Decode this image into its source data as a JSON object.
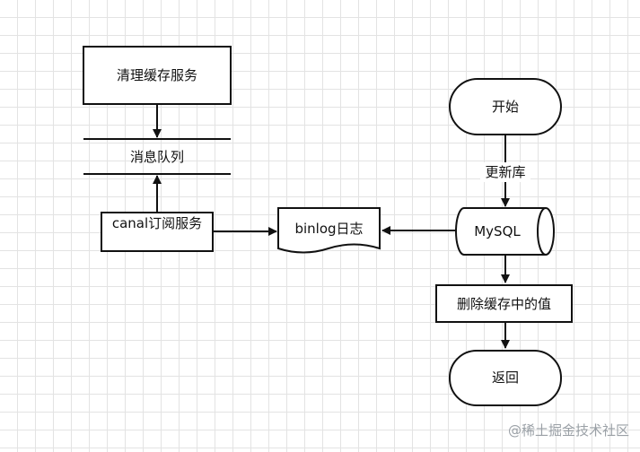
{
  "nodes": {
    "clean_service": "清理缓存服务",
    "message_queue": "消息队列",
    "canal_service": "canal订阅服务",
    "binlog": "binlog日志",
    "mysql": "MySQL",
    "start": "开始",
    "delete_cache": "删除缓存中的值",
    "return": "返回"
  },
  "edges": {
    "update_db": "更新库"
  },
  "watermark": "@稀土掘金技术社区",
  "colors": {
    "stroke": "#111111",
    "fill": "#ffffff",
    "grid": "#e3e3e3"
  }
}
